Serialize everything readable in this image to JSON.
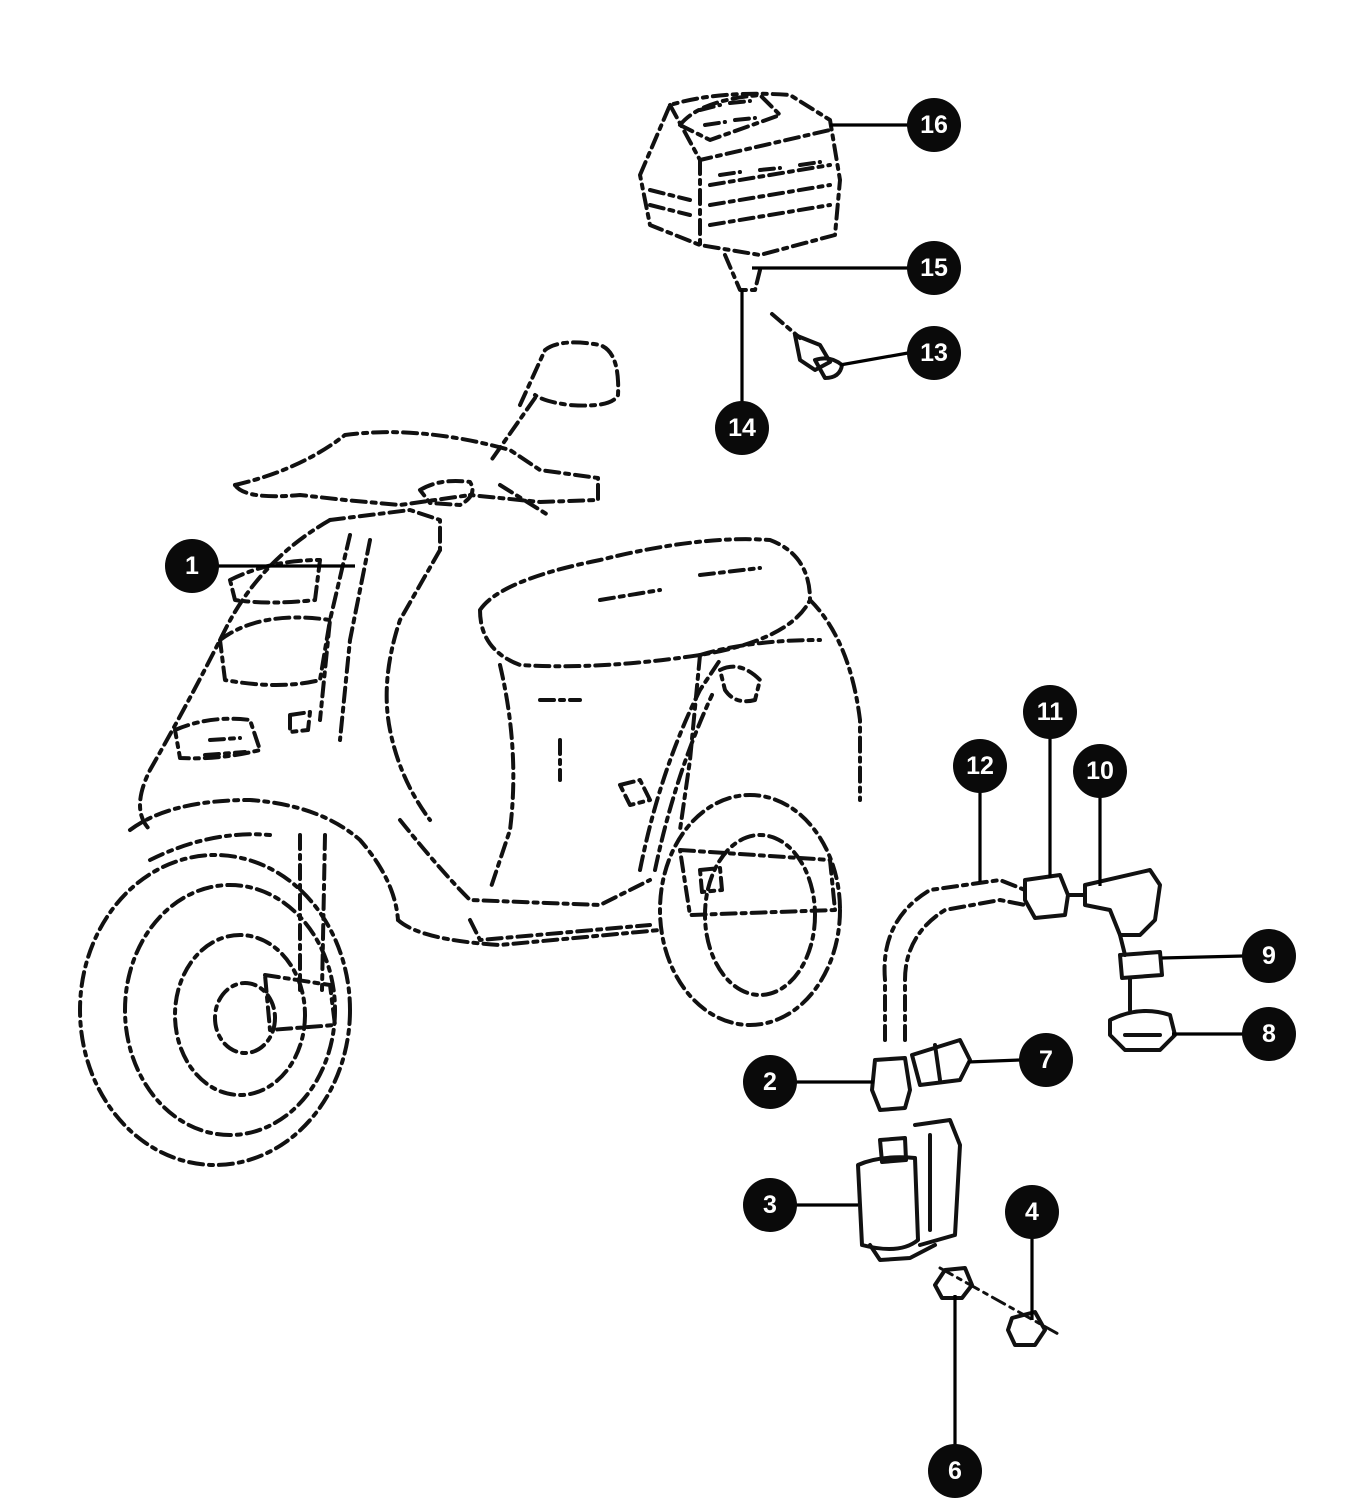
{
  "callouts": [
    {
      "label": "1"
    },
    {
      "label": "2"
    },
    {
      "label": "3"
    },
    {
      "label": "4"
    },
    {
      "label": "6"
    },
    {
      "label": "7"
    },
    {
      "label": "8"
    },
    {
      "label": "9"
    },
    {
      "label": "10"
    },
    {
      "label": "11"
    },
    {
      "label": "12"
    },
    {
      "label": "13"
    },
    {
      "label": "14"
    },
    {
      "label": "15"
    },
    {
      "label": "16"
    }
  ],
  "colors": {
    "ink": "#111111",
    "callout_fill": "#0a0a0a",
    "callout_text": "#ffffff",
    "background": "#ffffff"
  }
}
